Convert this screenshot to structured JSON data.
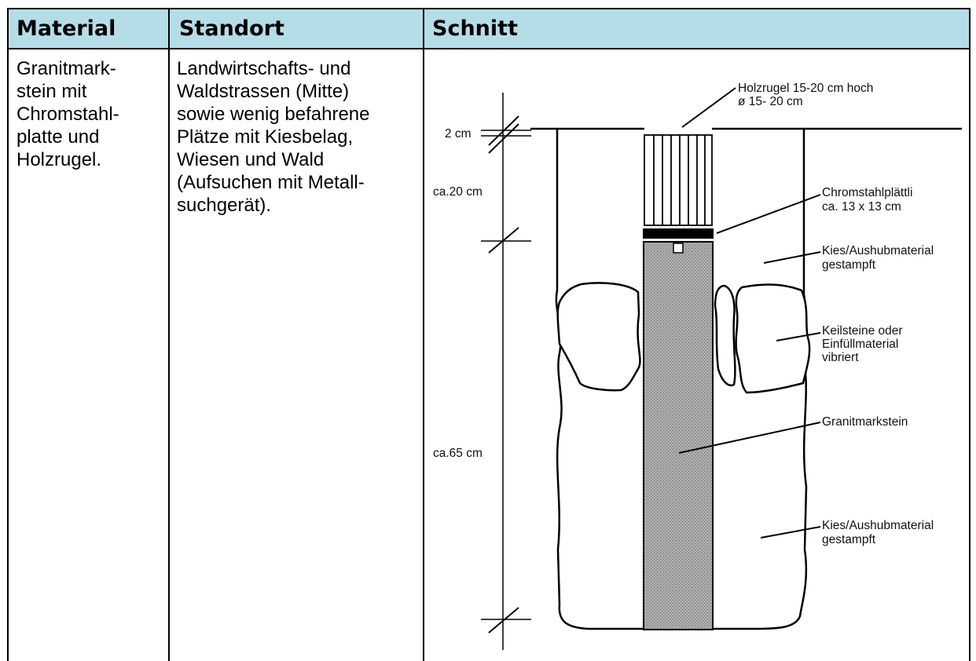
{
  "headers": {
    "material": "Material",
    "standort": "Standort",
    "schnitt": "Schnitt"
  },
  "material_lines": [
    "Granitmark-",
    "stein mit",
    "Chromstahl-",
    "platte und",
    "Holzrugel."
  ],
  "standort_lines": [
    "Landwirtschafts- und",
    "Waldstrassen (Mitte)",
    "sowie wenig befahrene",
    "Plätze mit Kiesbelag,",
    "Wiesen und Wald",
    "(Aufsuchen mit Metall-",
    "suchgerät)."
  ],
  "diagram": {
    "dim_2cm": "2 cm",
    "dim_20cm": "ca.20 cm",
    "dim_65cm": "ca.65 cm",
    "holzrugel_1": "Holzrugel 15-20 cm hoch",
    "holzrugel_2": "ø 15- 20 cm",
    "chromstahl_1": "Chromstahlplättli",
    "chromstahl_2": "ca. 13 x 13 cm",
    "kies_top_1": "Kies/Aushubmaterial",
    "kies_top_2": "gestampft",
    "keil_1": "Keilsteine oder",
    "keil_2": "Einfüllmaterial",
    "keil_3": "vibriert",
    "granit": "Granitmarkstein",
    "kies_bottom_1": "Kies/Aushubmaterial",
    "kies_bottom_2": "gestampft"
  }
}
